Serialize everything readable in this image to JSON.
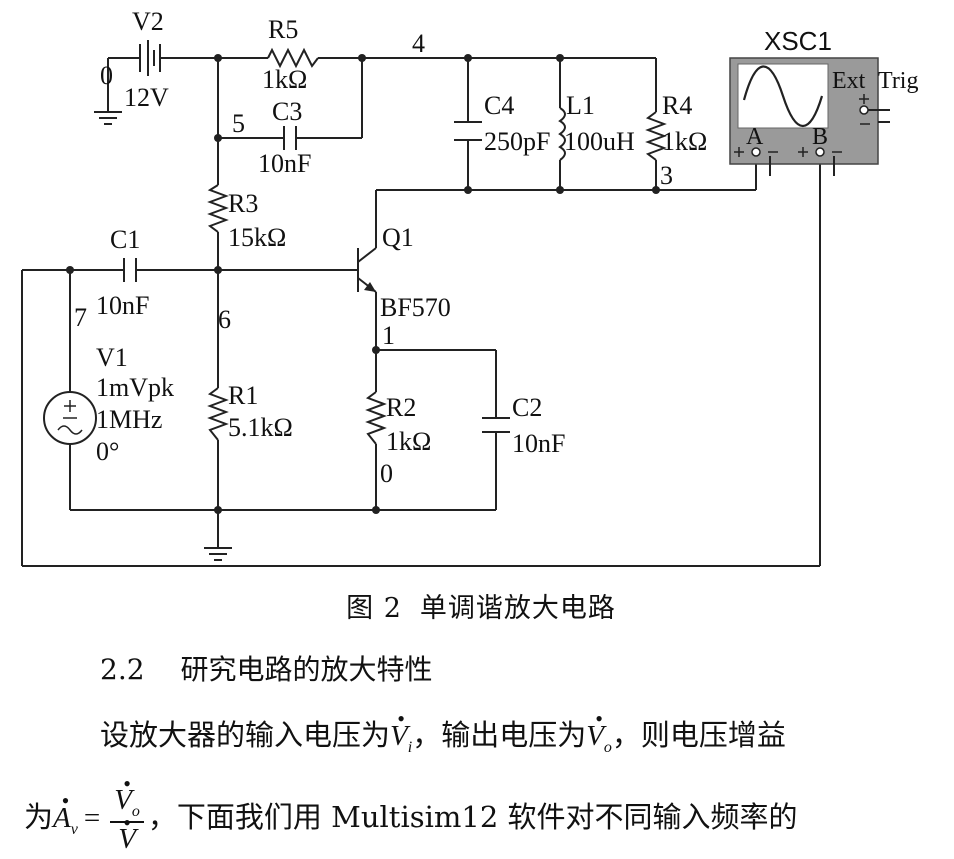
{
  "circuit": {
    "components": {
      "v2": {
        "name": "V2",
        "value": "12V"
      },
      "r5": {
        "name": "R5",
        "value": "1kΩ"
      },
      "c3": {
        "name": "C3",
        "value": "10nF"
      },
      "r3": {
        "name": "R3",
        "value": "15kΩ"
      },
      "c1": {
        "name": "C1",
        "value": "10nF"
      },
      "r1": {
        "name": "R1",
        "value": "5.1kΩ"
      },
      "v1": {
        "name": "V1",
        "amplitude": "1mVpk",
        "frequency": "1MHz",
        "phase": "0°"
      },
      "c4": {
        "name": "C4",
        "value": "250pF"
      },
      "l1": {
        "name": "L1",
        "value": "100uH"
      },
      "r4": {
        "name": "R4",
        "value": "1kΩ"
      },
      "q1": {
        "name": "Q1",
        "model": "BF570"
      },
      "r2": {
        "name": "R2",
        "value": "1kΩ"
      },
      "c2": {
        "name": "C2",
        "value": "10nF"
      },
      "xsc1": {
        "name": "XSC1",
        "ext": "Ext",
        "trig": "Trig",
        "channel_a": "A",
        "channel_b": "B"
      }
    },
    "nodes": {
      "n0a": "0",
      "n0b": "0",
      "n1": "1",
      "n3": "3",
      "n4": "4",
      "n5": "5",
      "n6": "6",
      "n7": "7"
    }
  },
  "caption": {
    "label": "图 2",
    "title": "单调谐放大电路"
  },
  "section": {
    "number": "2.2",
    "title": "研究电路的放大特性"
  },
  "paragraph": {
    "line1_a": "设放大器的输入电压为",
    "vi_symbol": "V",
    "vi_sub": "i",
    "line1_b": "，输出电压为",
    "vo_symbol": "V",
    "vo_sub": "o",
    "line1_c": "，则电压增益",
    "line2_a": "为",
    "av_symbol": "A",
    "av_sub": "v",
    "frac_num_symbol": "V",
    "frac_num_sub": "o",
    "frac_den_symbol": "V",
    "line2_b": "，下面我们用 Multisim12 软件对不同输入频率的"
  }
}
